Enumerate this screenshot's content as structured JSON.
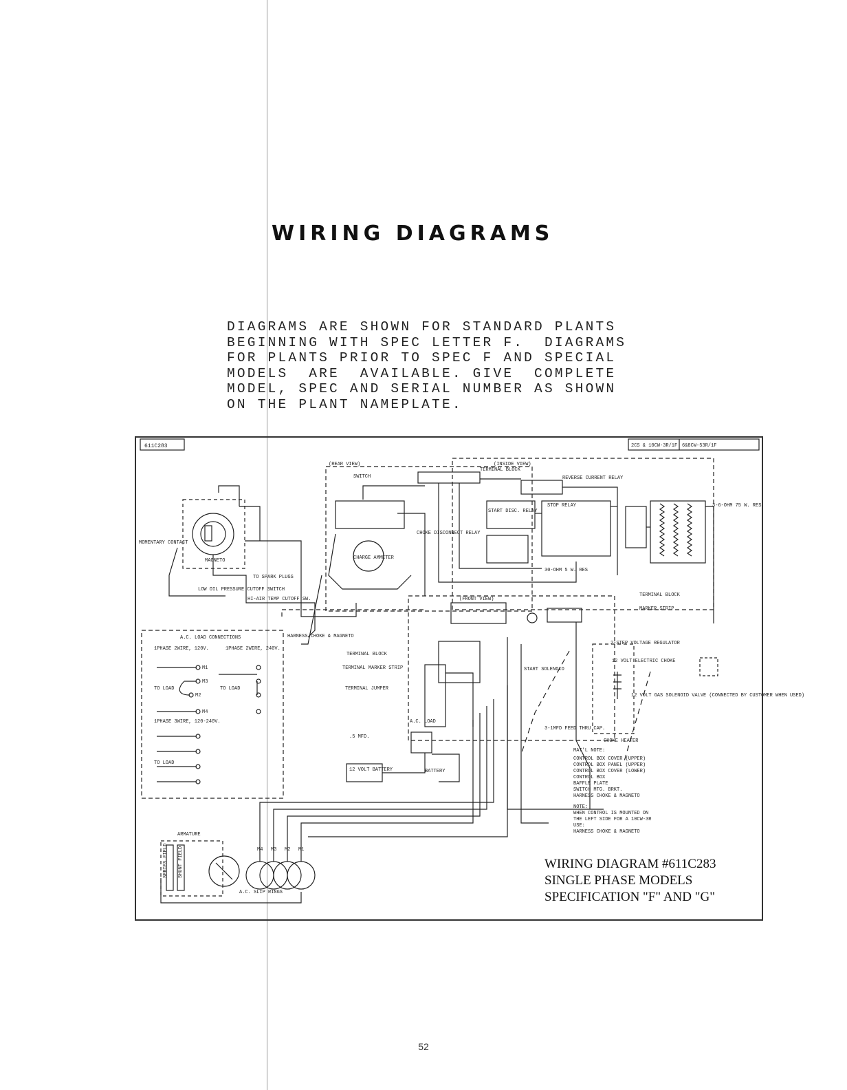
{
  "heading": "WIRING DIAGRAMS",
  "intro_lines": [
    "DIAGRAMS ARE SHOWN FOR STANDARD PLANTS",
    "BEGINNING WITH SPEC LETTER F.  DIAGRAMS",
    "FOR PLANTS PRIOR TO SPEC F AND SPECIAL",
    "MODELS  ARE  AVAILABLE. GIVE  COMPLETE",
    "MODEL, SPEC AND SERIAL NUMBER AS SHOWN",
    "ON THE PLANT NAMEPLATE."
  ],
  "diagram": {
    "drawing_number": "611C283",
    "models_box": [
      "2CS & 10CW-3R/1F",
      "6&8CW-53R/1F"
    ],
    "labels": {
      "rear_view": "(REAR VIEW)",
      "inside_view": "(INSIDE VIEW)",
      "front_view": "(FRONT VIEW)",
      "switch": "SWITCH",
      "terminal_block": "TERMINAL BLOCK",
      "reverse_current_relay": "REVERSE CURRENT RELAY",
      "start_disc_relay": "START DISC. RELAY",
      "stop_relay": "STOP RELAY",
      "choke_disconnect": "CHOKE DISCONNECT RELAY",
      "charge_ammeter": "CHARGE AMMETER",
      "momentary_contact": "MOMENTARY CONTACT",
      "magneto": "MAGNETO",
      "to_spark_plugs": "TO SPARK PLUGS",
      "low_oil": "LOW OIL PRESSURE CUTOFF SWITCH",
      "hi_air_temp": "HI-AIR TEMP CUTOFF SW.",
      "harness": "HARNESS CHOKE & MAGNETO",
      "resistor_3_6": "3-6-OHM 75 W. RES.",
      "resistor_30": "30-OHM 5 W. RES",
      "terminal_block_2": "TERMINAL BLOCK",
      "marker_strip": "MARKER STRIP",
      "voltage_regulator": "2-STEP VOLTAGE REGULATOR",
      "electric_choke": "12 VOLT ELECTRIC CHOKE",
      "gas_solenoid": "12 VOLT GAS SOLENOID VALVE (CONNECTED BY CUSTOMER WHEN USED)",
      "ac_load_connections": "A.C. LOAD CONNECTIONS",
      "one_phase_2wire_120": "1PHASE 2WIRE, 120V.",
      "one_phase_2wire_240": "1PHASE 2WIRE, 240V.",
      "one_phase_3wire": "1PHASE 3WIRE, 120-240V.",
      "to_load": "TO LOAD",
      "terminal_block_3": "TERMINAL BLOCK",
      "terminal_marker_strip": "TERMINAL MARKER STRIP",
      "terminal_jumper": "TERMINAL JUMPER",
      "start_solenoid": "START SOLENOID",
      "ac_load": "A.C. LOAD",
      "capacitor": ".5 MFD.",
      "battery": "12 VOLT BATTERY",
      "battery2": "BATTERY",
      "feed_thru": "3-1MFD FEED THRU CAP.",
      "choke_heater": "CHOKE HEATER",
      "armature": "ARMATURE",
      "ac_slip_rings": "A.C. SLIP RINGS",
      "series_field": "SERIES FIELD",
      "shunt_field": "SHUNT FIELD",
      "matl_note": "MAT'L NOTE:",
      "matl_items": [
        "CONTROL BOX COVER (UPPER)",
        "CONTROL BOX PANEL (UPPER)",
        "CONTROL BOX COVER (LOWER)",
        "CONTROL BOX",
        "BAFFLE PLATE",
        "SWITCH MTG. BRKT.",
        "HARNESS CHOKE & MAGNETO"
      ],
      "note": "NOTE:",
      "note_lines": [
        "WHEN CONTROL IS MOUNTED ON",
        "THE LEFT SIDE FOR A 10CW-3R",
        "USE:",
        "HARNESS CHOKE & MAGNETO"
      ],
      "ring_labels": [
        "M4",
        "M3",
        "M2",
        "M1"
      ],
      "load_terms": [
        "M1",
        "M3",
        "M2",
        "M4"
      ]
    }
  },
  "caption_lines": [
    "WIRING DIAGRAM #611C283",
    "SINGLE PHASE MODELS",
    "SPECIFICATION \"F\" AND \"G\""
  ],
  "page_number": "52"
}
